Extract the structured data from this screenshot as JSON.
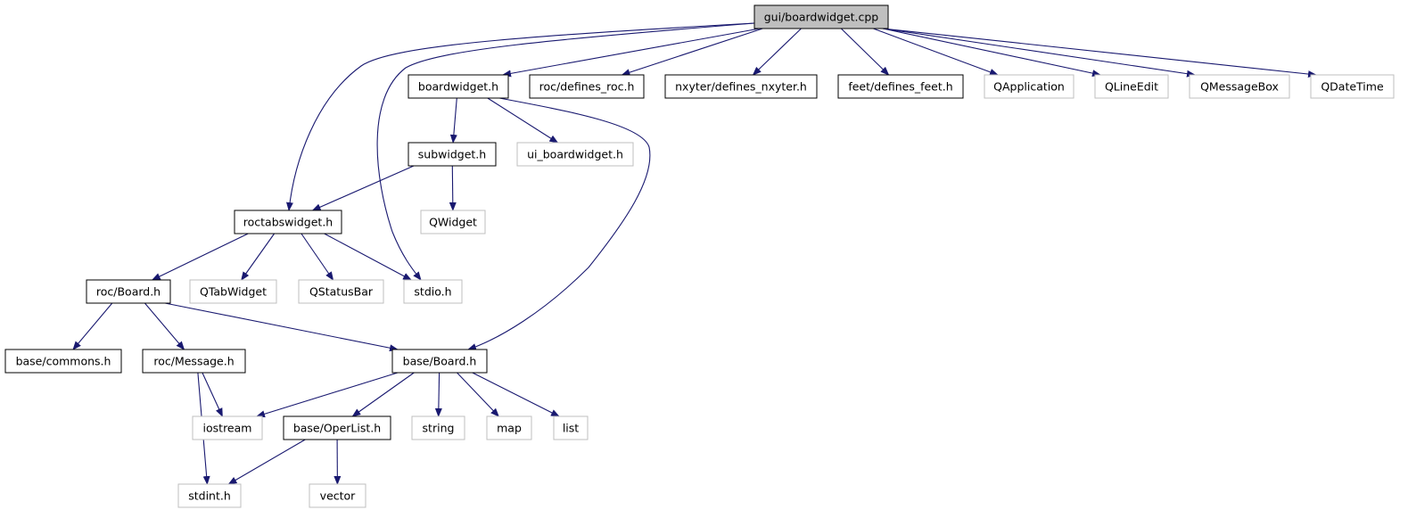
{
  "diagram": {
    "root": "gui/boardwidget.cpp",
    "nodes": [
      {
        "id": "root",
        "label": "gui/boardwidget.cpp",
        "kind": "root"
      },
      {
        "id": "roctab",
        "label": "roctabswidget.h",
        "kind": "doc"
      },
      {
        "id": "stdio",
        "label": "stdio.h",
        "kind": "ext"
      },
      {
        "id": "boardwidget",
        "label": "boardwidget.h",
        "kind": "doc"
      },
      {
        "id": "defroc",
        "label": "roc/defines_roc.h",
        "kind": "doc"
      },
      {
        "id": "defnx",
        "label": "nxyter/defines_nxyter.h",
        "kind": "doc"
      },
      {
        "id": "deffeet",
        "label": "feet/defines_feet.h",
        "kind": "doc"
      },
      {
        "id": "qapp",
        "label": "QApplication",
        "kind": "ext"
      },
      {
        "id": "qline",
        "label": "QLineEdit",
        "kind": "ext"
      },
      {
        "id": "qmsg",
        "label": "QMessageBox",
        "kind": "ext"
      },
      {
        "id": "qdate",
        "label": "QDateTime",
        "kind": "ext"
      },
      {
        "id": "subwidget",
        "label": "subwidget.h",
        "kind": "doc"
      },
      {
        "id": "uiboard",
        "label": "ui_boardwidget.h",
        "kind": "ext"
      },
      {
        "id": "qwidget",
        "label": "QWidget",
        "kind": "ext"
      },
      {
        "id": "rocboard",
        "label": "roc/Board.h",
        "kind": "doc"
      },
      {
        "id": "qtab",
        "label": "QTabWidget",
        "kind": "ext"
      },
      {
        "id": "qstatus",
        "label": "QStatusBar",
        "kind": "ext"
      },
      {
        "id": "commons",
        "label": "base/commons.h",
        "kind": "doc"
      },
      {
        "id": "rocmsg",
        "label": "roc/Message.h",
        "kind": "doc"
      },
      {
        "id": "baseboard",
        "label": "base/Board.h",
        "kind": "doc"
      },
      {
        "id": "iostream",
        "label": "iostream",
        "kind": "ext"
      },
      {
        "id": "operlist",
        "label": "base/OperList.h",
        "kind": "doc"
      },
      {
        "id": "string",
        "label": "string",
        "kind": "ext"
      },
      {
        "id": "map",
        "label": "map",
        "kind": "ext"
      },
      {
        "id": "list",
        "label": "list",
        "kind": "ext"
      },
      {
        "id": "stdint",
        "label": "stdint.h",
        "kind": "ext"
      },
      {
        "id": "vector",
        "label": "vector",
        "kind": "ext"
      }
    ],
    "edges": [
      {
        "from": "root",
        "to": "roctab"
      },
      {
        "from": "root",
        "to": "stdio"
      },
      {
        "from": "root",
        "to": "boardwidget"
      },
      {
        "from": "root",
        "to": "defroc"
      },
      {
        "from": "root",
        "to": "defnx"
      },
      {
        "from": "root",
        "to": "deffeet"
      },
      {
        "from": "root",
        "to": "qapp"
      },
      {
        "from": "root",
        "to": "qline"
      },
      {
        "from": "root",
        "to": "qmsg"
      },
      {
        "from": "root",
        "to": "qdate"
      },
      {
        "from": "boardwidget",
        "to": "subwidget"
      },
      {
        "from": "boardwidget",
        "to": "uiboard"
      },
      {
        "from": "boardwidget",
        "to": "baseboard"
      },
      {
        "from": "subwidget",
        "to": "roctab"
      },
      {
        "from": "subwidget",
        "to": "qwidget"
      },
      {
        "from": "roctab",
        "to": "rocboard"
      },
      {
        "from": "roctab",
        "to": "qtab"
      },
      {
        "from": "roctab",
        "to": "qstatus"
      },
      {
        "from": "roctab",
        "to": "stdio"
      },
      {
        "from": "rocboard",
        "to": "commons"
      },
      {
        "from": "rocboard",
        "to": "rocmsg"
      },
      {
        "from": "rocboard",
        "to": "baseboard"
      },
      {
        "from": "rocmsg",
        "to": "iostream"
      },
      {
        "from": "rocmsg",
        "to": "stdint"
      },
      {
        "from": "baseboard",
        "to": "iostream"
      },
      {
        "from": "baseboard",
        "to": "operlist"
      },
      {
        "from": "baseboard",
        "to": "string"
      },
      {
        "from": "baseboard",
        "to": "map"
      },
      {
        "from": "baseboard",
        "to": "list"
      },
      {
        "from": "operlist",
        "to": "stdint"
      },
      {
        "from": "operlist",
        "to": "vector"
      }
    ]
  }
}
